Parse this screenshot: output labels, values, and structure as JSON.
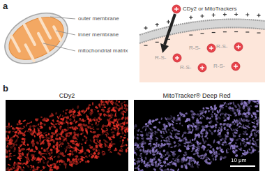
{
  "diagram": {
    "nodes": [
      {
        "text": [
          "CDy2"
        ]
      },
      {
        "text": [
          "MitoTracker® Deep Red"
        ]
      }
    ],
    "labels": [
      "a",
      "outer membrane",
      "inner membrane",
      "mitochondrial matrix",
      "CDy2 or MitoTrackers",
      "R-S-",
      "R-S-",
      "R-S-",
      "R-S-",
      "R-S-",
      "b",
      "10 μm"
    ]
  }
}
